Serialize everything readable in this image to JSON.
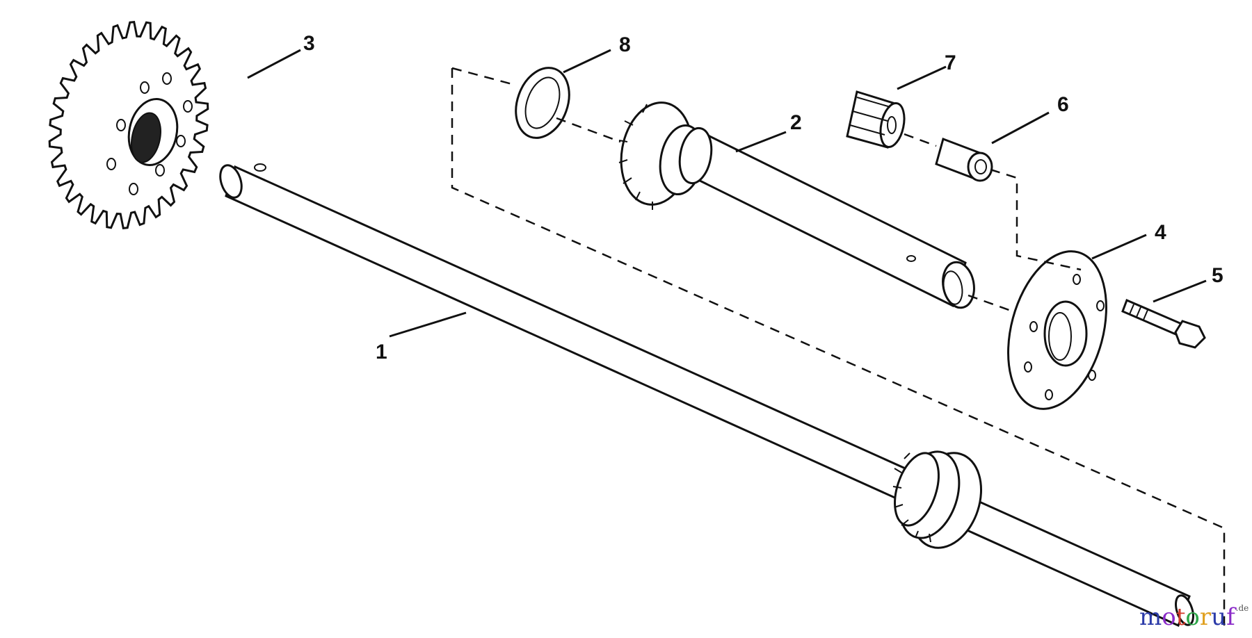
{
  "diagram": {
    "callouts": [
      {
        "id": "1",
        "label": "1"
      },
      {
        "id": "2",
        "label": "2"
      },
      {
        "id": "3",
        "label": "3"
      },
      {
        "id": "4",
        "label": "4"
      },
      {
        "id": "5",
        "label": "5"
      },
      {
        "id": "6",
        "label": "6"
      },
      {
        "id": "7",
        "label": "7"
      },
      {
        "id": "8",
        "label": "8"
      }
    ]
  },
  "watermark": {
    "letters": [
      "m",
      "o",
      "t",
      "o",
      "r",
      "u",
      "f"
    ],
    "colors": [
      "#2b3aa8",
      "#8a2ac8",
      "#d23a2a",
      "#2ea84a",
      "#e0a020",
      "#2b3aa8",
      "#8a2ac8"
    ],
    "suffix": ".de"
  }
}
